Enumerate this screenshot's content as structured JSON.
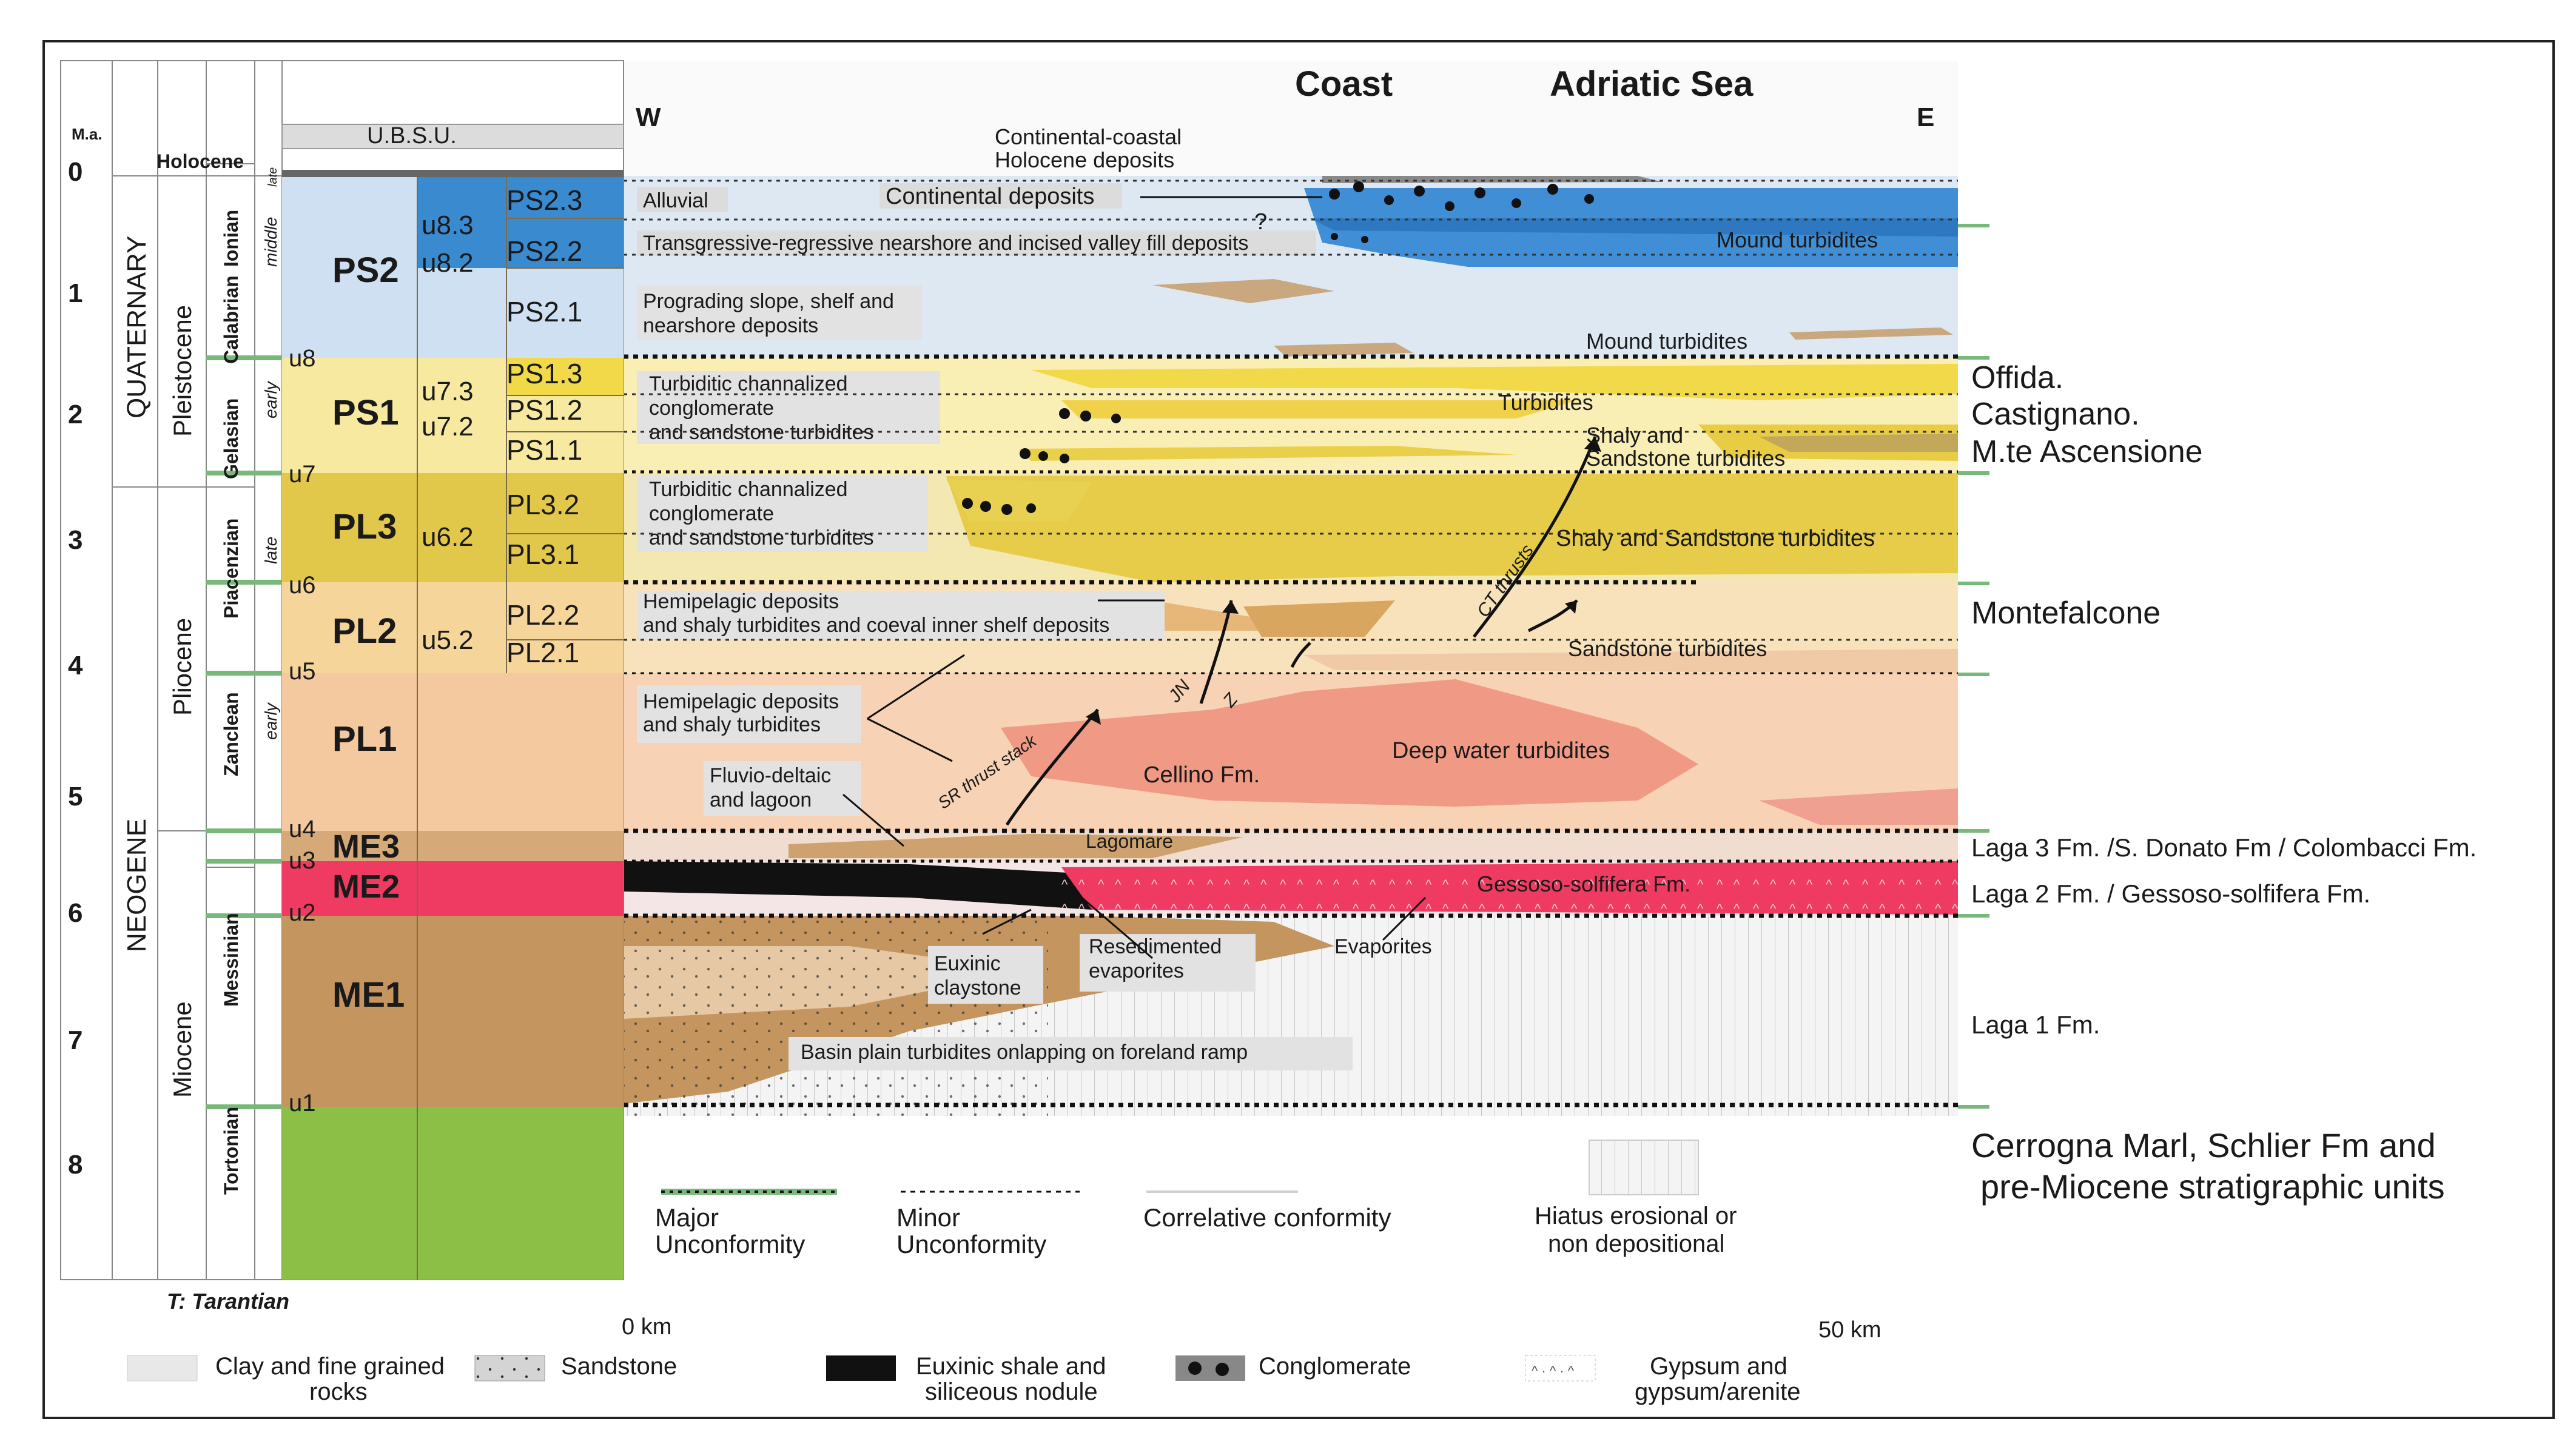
{
  "header": {
    "ma_label": "M.a.",
    "ubsu_label": "U.B.S.U.",
    "west": "W",
    "east": "E",
    "coast": "Coast",
    "sea": "Adriatic Sea"
  },
  "age_ticks": [
    "0",
    "1",
    "2",
    "3",
    "4",
    "5",
    "6",
    "7",
    "8"
  ],
  "periods": {
    "quaternary": "QUATERNARY",
    "neogene": "NEOGENE"
  },
  "epochs": {
    "holocene": "Holocene",
    "pleistocene": "Pleistocene",
    "pliocene": "Pliocene",
    "miocene": "Miocene"
  },
  "stages": {
    "ionian": "Ionian",
    "calabrian": "Calabrian",
    "gelasian": "Gelasian",
    "piacenzian": "Piacenzian",
    "zanclean": "Zanclean",
    "messinian": "Messinian",
    "tortonian": "Tortonian"
  },
  "substages": {
    "late": "late",
    "middle": "middle",
    "early_pleist": "early",
    "late_plio": "late",
    "early_plio": "early"
  },
  "unconformities": {
    "u1": "u1",
    "u2": "u2",
    "u3": "u3",
    "u4": "u4",
    "u5": "u5",
    "u6": "u6",
    "u7": "u7",
    "u8": "u8",
    "u52": "u5.2",
    "u62": "u6.2",
    "u72": "u7.2",
    "u73": "u7.3",
    "u82": "u8.2",
    "u83": "u8.3"
  },
  "units": {
    "ps2": "PS2",
    "ps1": "PS1",
    "pl3": "PL3",
    "pl2": "PL2",
    "pl1": "PL1",
    "me3": "ME3",
    "me2": "ME2",
    "me1": "ME1"
  },
  "subunits": {
    "ps23": "PS2.3",
    "ps22": "PS2.2",
    "ps21": "PS2.1",
    "ps13": "PS1.3",
    "ps12": "PS1.2",
    "ps11": "PS1.1",
    "pl32": "PL3.2",
    "pl31": "PL3.1",
    "pl22": "PL2.2",
    "pl21": "PL2.1"
  },
  "colors": {
    "ps2": "#cfe0f2",
    "ps2_upper": "#3a8ad0",
    "ps1": "#f7eaa0",
    "ps1_upper": "#f2d94a",
    "pl3": "#e2c84a",
    "pl2": "#f6d59a",
    "pl1": "#f5c9a0",
    "me3": "#d6aa78",
    "me2": "#ef3a62",
    "me1": "#c4955e",
    "tortonian": "#8cbf45",
    "hiatus": "#f1f1f1"
  },
  "section_labels": {
    "holocene_deposits_1": "Continental-coastal",
    "holocene_deposits_2": "Holocene deposits",
    "alluvial": "Alluvial",
    "continental": "Continental deposits",
    "question": "?",
    "transgressive": "Transgressive-regressive nearshore and incised valley fill deposits",
    "mound1": "Mound turbidites",
    "prograding_1": "Prograding slope, shelf and",
    "prograding_2": "nearshore deposits",
    "mound2": "Mound turbidites",
    "ps1_turb_1": "Turbiditic channalized",
    "ps1_turb_2": "conglomerate",
    "ps1_turb_3": "and sandstone turbidites",
    "turbidites": "Turbidites",
    "shaly_1": "Shaly and",
    "shaly_2": "Sandstone turbidites",
    "pl3_turb_1": "Turbiditic channalized",
    "pl3_turb_2": "conglomerate",
    "pl3_turb_3": "and sandstone turbidites",
    "shaly_sand": "Shaly and Sandstone turbidites",
    "ct_thrusts": "CT thrusts",
    "hemi1_1": "Hemipelagic deposits",
    "hemi1_2": "and shaly turbidites and coeval inner shelf deposits",
    "sand_turb": "Sandstone turbidites",
    "hemi2_1": "Hemipelagic deposits",
    "hemi2_2": "and shaly turbidites",
    "jn": "JN",
    "z": "Z",
    "sr_thrust": "SR thrust stack",
    "cellino": "Cellino Fm.",
    "deep_water": "Deep water turbidites",
    "fluvio_1": "Fluvio-deltaic",
    "fluvio_2": "and lagoon",
    "lagomare": "Lagomare",
    "gessoso": "Gessoso-solfifera Fm.",
    "euxinic_1": "Euxinic",
    "euxinic_2": "claystone",
    "resed_1": "Resedimented",
    "resed_2": "evaporites",
    "evaporites": "Evaporites",
    "basin_plain": "Basin plain turbidites onlapping on foreland  ramp"
  },
  "right_labels": {
    "offida": "Offida.",
    "castignano": "Castignano.",
    "ascensione": "M.te Ascensione",
    "montefalcone": "Montefalcone",
    "laga3": "Laga 3 Fm. /S. Donato Fm / Colombacci Fm.",
    "laga2": "Laga 2 Fm. / Gessoso-solfifera Fm.",
    "laga1": "Laga 1 Fm.",
    "cerrogna_1": "Cerrogna Marl, Schlier Fm and",
    "cerrogna_2": "pre-Miocene stratigraphic units"
  },
  "key": {
    "major_1": "Major",
    "major_2": "Unconformity",
    "minor_1": "Minor",
    "minor_2": "Unconformity",
    "correlative": "Correlative conformity",
    "hiatus_1": "Hiatus erosional or",
    "hiatus_2": "non depositional"
  },
  "footer": {
    "tarantian": "T: Tarantian",
    "scale_start": "0 km",
    "scale_end": "50 km"
  },
  "legend": {
    "clay_1": "Clay and fine grained",
    "clay_2": "rocks",
    "sandstone": "Sandstone",
    "euxinic_1": "Euxinic shale and",
    "euxinic_2": "siliceous nodule",
    "conglomerate": "Conglomerate",
    "gypsum_1": "Gypsum and",
    "gypsum_2": "gypsum/arenite"
  }
}
